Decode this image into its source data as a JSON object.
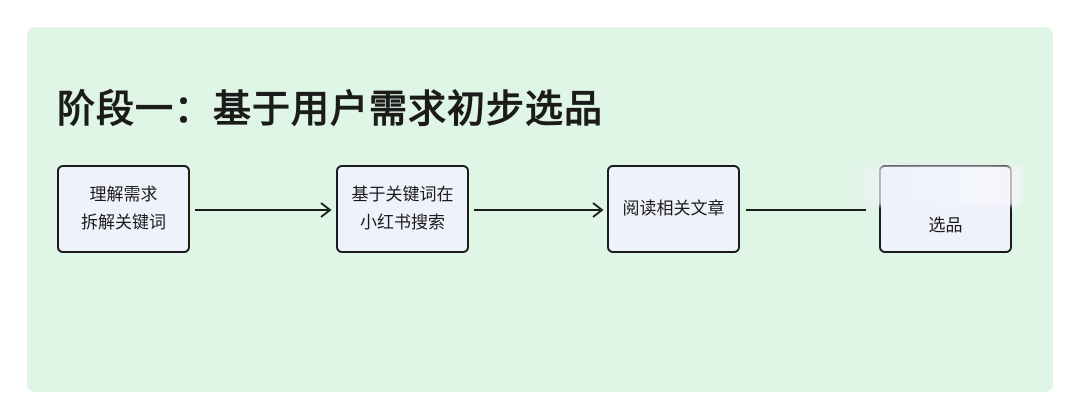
{
  "diagram": {
    "title": "阶段一：基于用户需求初步选品",
    "nodes": [
      {
        "id": "n1",
        "lines": [
          "理解需求",
          "拆解关键词"
        ]
      },
      {
        "id": "n2",
        "lines": [
          "基于关键词在",
          "小红书搜索"
        ]
      },
      {
        "id": "n3",
        "lines": [
          "阅读相关文章"
        ]
      },
      {
        "id": "n4",
        "lines": [
          "选品"
        ]
      }
    ],
    "edges": [
      {
        "from": "n1",
        "to": "n2"
      },
      {
        "from": "n2",
        "to": "n3"
      },
      {
        "from": "n3",
        "to": "n4"
      }
    ]
  },
  "colors": {
    "panel": "#dff5e5",
    "node_fill": "#eff1fb",
    "stroke": "#1b1b1b"
  }
}
